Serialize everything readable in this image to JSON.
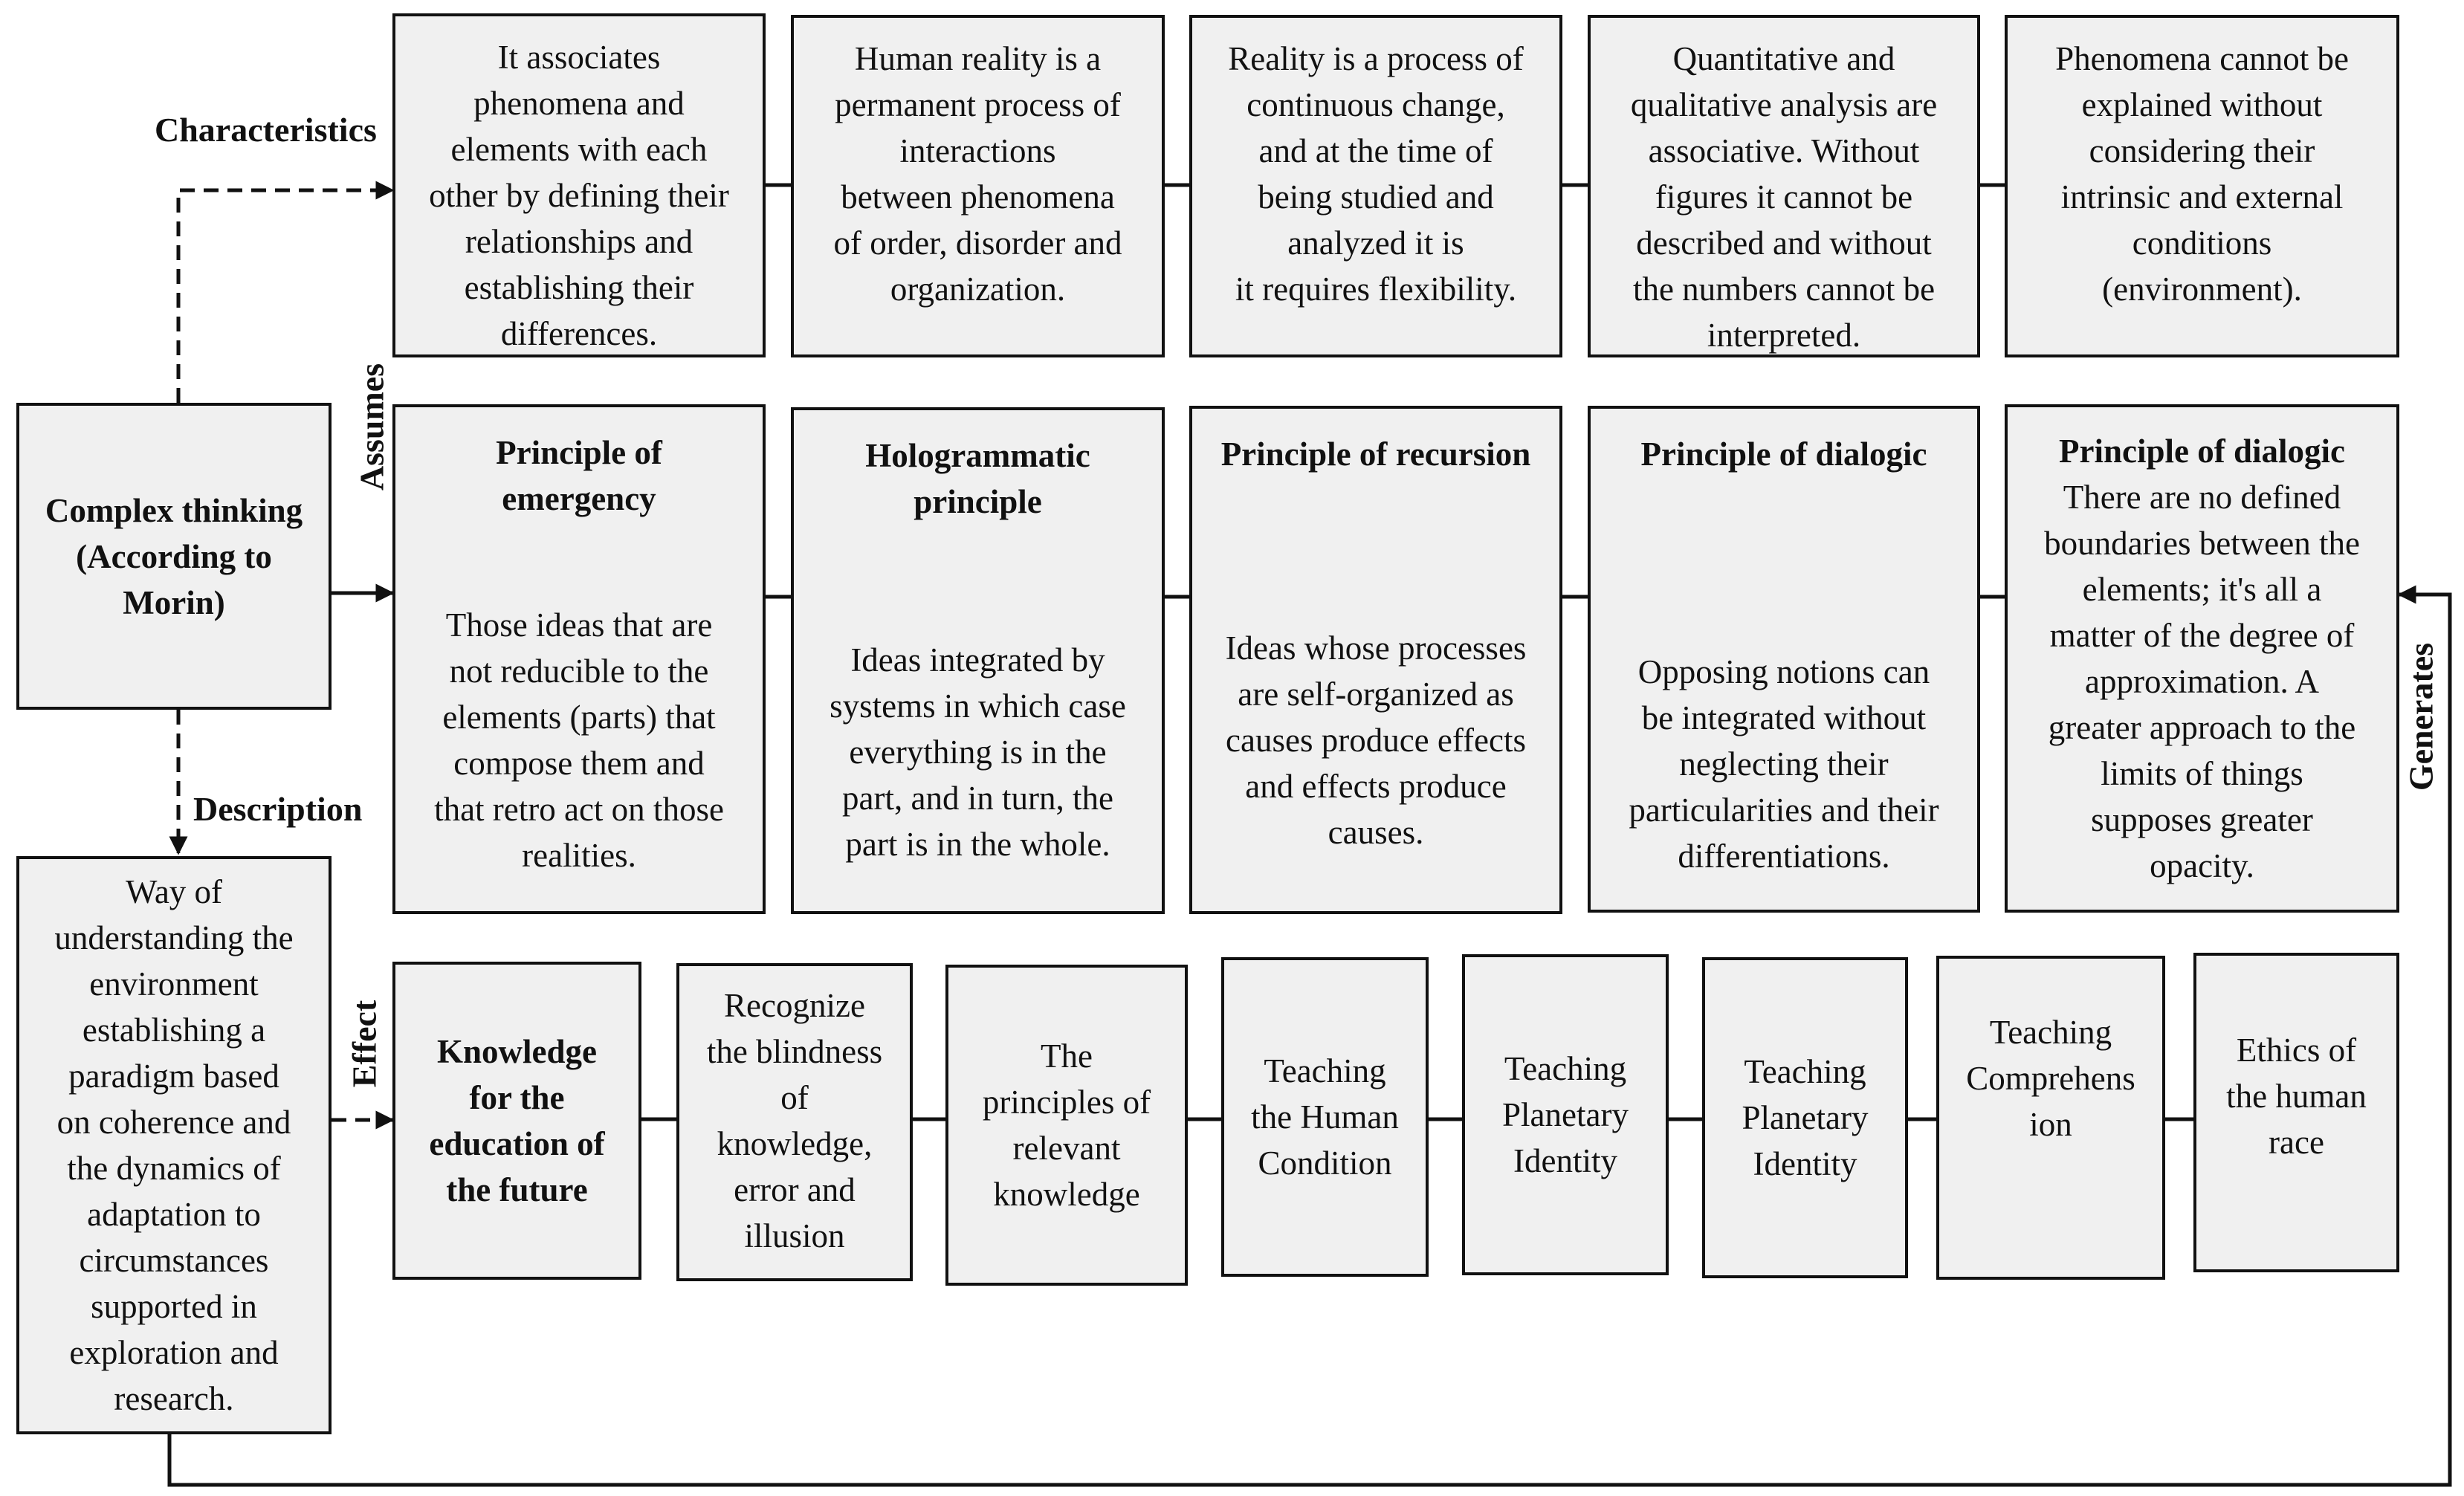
{
  "labels": {
    "characteristics": "Characteristics",
    "assumes": "Assumes",
    "description": "Description",
    "effect": "Effect",
    "generates": "Generates"
  },
  "center": {
    "title": "Complex thinking\n(According to\nMorin)"
  },
  "description_box": {
    "text": "Way of\nunderstanding the\nenvironment\nestablishing a\nparadigm based\non coherence and\nthe dynamics of\nadaptation to\ncircumstances\nsupported in\nexploration and\nresearch."
  },
  "characteristics": [
    "It associates\nphenomena and\nelements with each\nother by defining their\nrelationships and\nestablishing their\ndifferences.",
    "Human reality is a\npermanent process of\ninteractions\nbetween phenomena\nof order, disorder and\norganization.",
    "Reality is a process of\ncontinuous change,\nand at the time of\nbeing studied and\nanalyzed it is\nit requires flexibility.",
    "Quantitative and\nqualitative analysis are\nassociative. Without\nfigures it cannot be\ndescribed and without\nthe numbers cannot be\ninterpreted.",
    "Phenomena cannot be\nexplained without\nconsidering their\nintrinsic and external\nconditions\n(environment)."
  ],
  "principles": [
    {
      "title": "Principle of\nemergency",
      "text": "Those ideas that are\nnot reducible to the\nelements (parts) that\ncompose them and\nthat retro act on those\nrealities."
    },
    {
      "title": "Hologrammatic\nprinciple",
      "text": "Ideas integrated by\nsystems in which case\neverything is in the\npart, and in turn, the\npart is in the whole."
    },
    {
      "title": "Principle of recursion",
      "text": "Ideas whose processes\nare self-organized as\ncauses produce effects\nand effects produce\ncauses."
    },
    {
      "title": "Principle of dialogic",
      "text": "Opposing notions can\nbe integrated without\nneglecting their\nparticularities and their\ndifferentiations."
    },
    {
      "title": "Principle of dialogic",
      "text": "There are no defined\nboundaries between the\nelements; it's all a\nmatter of the degree of\napproximation. A\ngreater approach to the\nlimits of things\nsupposes greater\nopacity."
    }
  ],
  "effects": {
    "heading": "Knowledge\nfor the\neducation of\nthe future",
    "items": [
      "Recognize\nthe blindness\nof\nknowledge,\nerror and\nillusion",
      "The\nprinciples of\nrelevant\nknowledge",
      "Teaching\nthe Human\nCondition",
      "Teaching\nPlanetary\nIdentity",
      "Teaching\nPlanetary\nIdentity",
      "Teaching\nComprehens\nion",
      "Ethics of\nthe human\nrace"
    ]
  }
}
